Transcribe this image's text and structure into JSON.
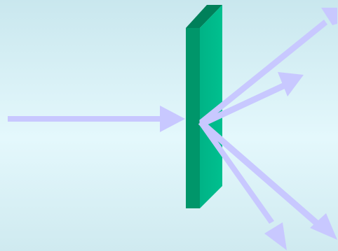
{
  "diagram": {
    "kind": "light-scattering-through-slab",
    "background": {
      "top": "#c9e7ee",
      "middle": "#e4f8fc",
      "bottom": "#cfeaf0"
    },
    "slab": {
      "front_color": "#00966a",
      "side_color": "#00b386",
      "top_color": "#00805a"
    },
    "arrows": {
      "color": "#c8c8ff",
      "incident_count": 1,
      "scattered_count": 4
    }
  }
}
